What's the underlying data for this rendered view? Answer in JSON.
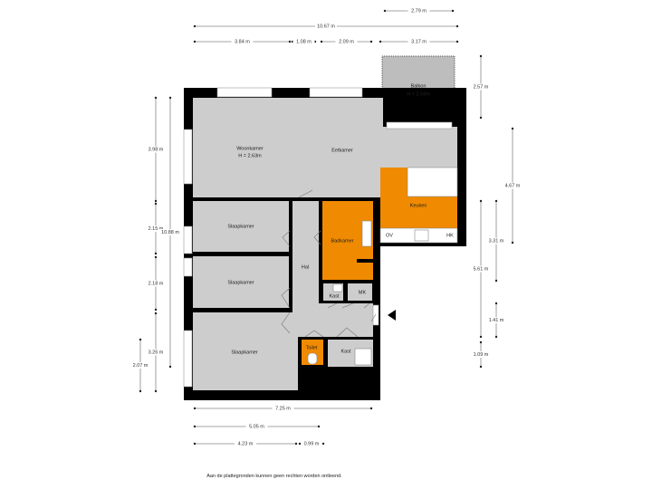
{
  "rooms": {
    "balkon": "Balkon",
    "balkon_height": "H = 2.59m",
    "woonkamer": "Woonkamer",
    "woonkamer_height": "H = 2.63m",
    "eetkamer": "Eetkamer",
    "keuken": "Keuken",
    "ov": "OV",
    "hk": "HK",
    "badkamer": "Badkamer",
    "slaapkamer_1": "Slaapkamer",
    "slaapkamer_2": "Slaapkamer",
    "slaapkamer_3": "Slaapkamer",
    "hal": "Hal",
    "kast_1": "Kast",
    "mk": "MK",
    "toilet": "Toilet",
    "kast_2": "Kast"
  },
  "dimensions": {
    "top": [
      "2.79 m",
      "10.67 m",
      "3.84 m",
      "1.08 m",
      "2.09 m",
      "3.17 m"
    ],
    "left": [
      "3.98 m",
      "2.15 m",
      "2.18 m",
      "3.26 m",
      "10.88 m",
      "2.07 m"
    ],
    "right": [
      "2.57 m",
      "4.67 m",
      "3.31 m",
      "5.61 m",
      "1.41 m",
      "1.09 m"
    ],
    "bottom": [
      "7.25 m",
      "5.05 m",
      "4.23 m",
      "0.99 m"
    ]
  },
  "footer": "Aan de plattegronden kunnen geen rechten worden ontleend.",
  "colors": {
    "wet_rooms": "#f08a00",
    "floor": "#cdcdcd",
    "walls": "#000000"
  },
  "icons": [
    "entrance-arrow-icon"
  ]
}
